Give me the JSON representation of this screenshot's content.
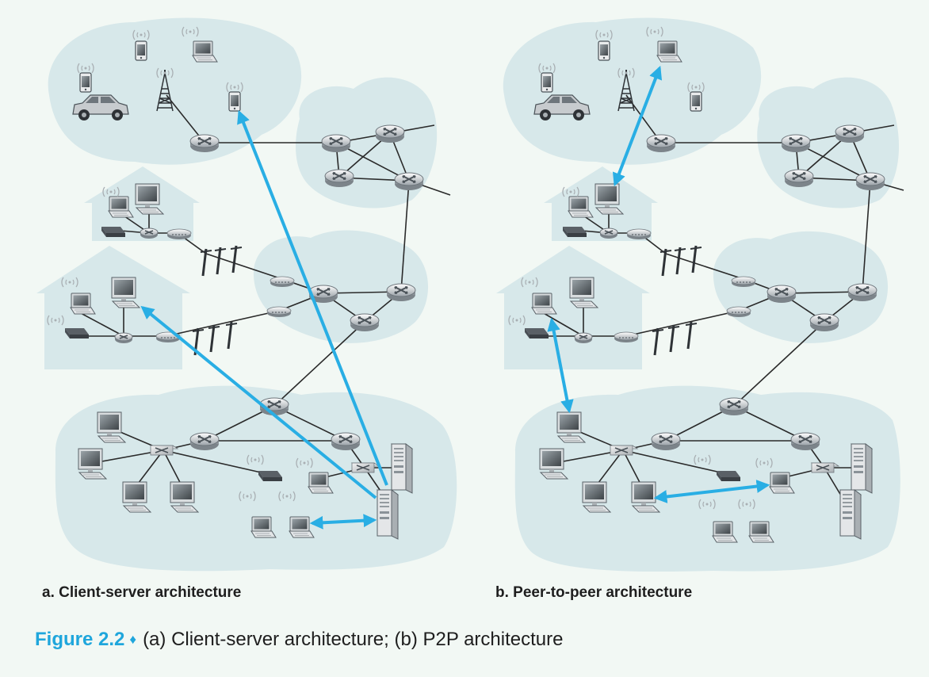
{
  "caption_a": "a. Client-server architecture",
  "caption_b": "b. Peer-to-peer architecture",
  "figure": {
    "label": "Figure 2.2",
    "separator": "♦",
    "text": "(a) Client-server architecture; (b) P2P architecture"
  },
  "colors": {
    "background": "#f2f8f4",
    "network_cloud": "#d7e8ea",
    "home_building": "#d7e8ea",
    "arrow": "#29aee4",
    "link": "#2a2a2a",
    "device": "#8a9298",
    "accent_text": "#1fa6dc"
  },
  "icons": [
    "router-icon",
    "switch-icon",
    "modem-icon",
    "laptop-icon",
    "desktop-icon",
    "server-icon",
    "cellphone-icon",
    "car-icon",
    "cell-tower-icon",
    "utility-pole-icon",
    "wireless-signal-icon"
  ]
}
